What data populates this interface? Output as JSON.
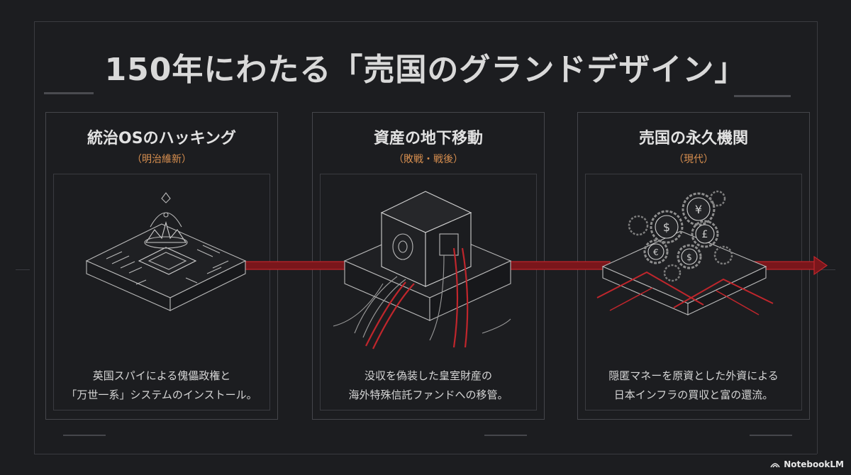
{
  "title": "150年にわたる「売国のグランドデザイン」",
  "panels": [
    {
      "title": "統治OSのハッキング",
      "subtitle": "（明治維新）",
      "desc": [
        "英国スパイによる傀儡政権と",
        "「万世一系」システムのインストール。"
      ],
      "icon": "crown-chip-icon"
    },
    {
      "title": "資産の地下移動",
      "subtitle": "（敗戦・戦後）",
      "desc": [
        "没収を偽装した皇室財産の",
        "海外特殊信託ファンドへの移管。"
      ],
      "icon": "vault-icon"
    },
    {
      "title": "売国の永久機関",
      "subtitle": "（現代）",
      "desc": [
        "隠匿マネーを原資とした外資による",
        "日本インフラの買収と富の還流。"
      ],
      "icon": "gears-currency-icon"
    }
  ],
  "brand": "NotebookLM",
  "colors": {
    "accent_red": "#c0262c",
    "subtitle_orange": "#d88f4f",
    "background": "#1c1d20"
  }
}
